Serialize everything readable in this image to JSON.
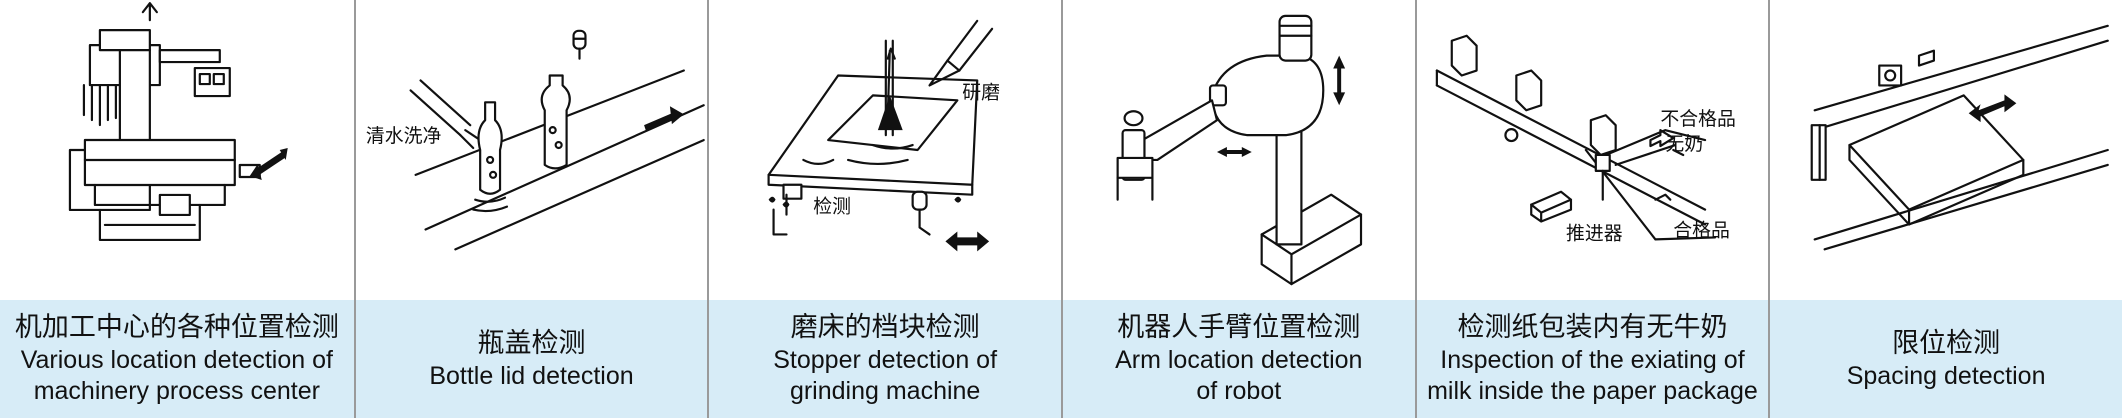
{
  "panels": [
    {
      "cn": "机加工中心的各种位置检测",
      "en1": "Various location detection of",
      "en2": "machinery process center",
      "labels": []
    },
    {
      "cn": "瓶盖检测",
      "en1": "Bottle lid detection",
      "en2": "",
      "labels": [
        "清水洗净"
      ]
    },
    {
      "cn": "磨床的档块检测",
      "en1": "Stopper detection of",
      "en2": "grinding machine",
      "labels": [
        "研磨",
        "检测"
      ]
    },
    {
      "cn": "机器人手臂位置检测",
      "en1": "Arm location detection",
      "en2": "of robot",
      "labels": []
    },
    {
      "cn": "检测纸包装内有无牛奶",
      "en1": "Inspection of the exiating of",
      "en2": "milk inside the paper package",
      "labels": [
        "不合格品",
        "无奶",
        "推进器",
        "合格品"
      ]
    },
    {
      "cn": "限位检测",
      "en1": "Spacing detection",
      "en2": "",
      "labels": []
    }
  ],
  "colors": {
    "caption_bg": "#d7ecf7",
    "divider": "#9a9a9a",
    "ink": "#111111"
  }
}
